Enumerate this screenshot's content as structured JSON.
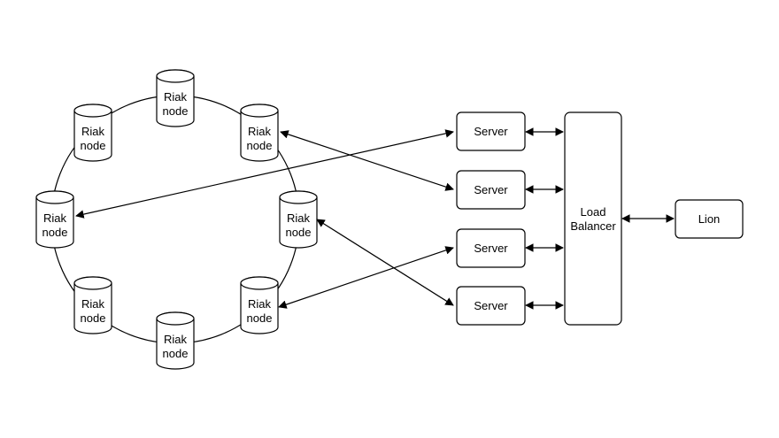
{
  "diagram": {
    "ring_nodes": [
      {
        "line1": "Riak",
        "line2": "node"
      },
      {
        "line1": "Riak",
        "line2": "node"
      },
      {
        "line1": "Riak",
        "line2": "node"
      },
      {
        "line1": "Riak",
        "line2": "node"
      },
      {
        "line1": "Riak",
        "line2": "node"
      },
      {
        "line1": "Riak",
        "line2": "node"
      },
      {
        "line1": "Riak",
        "line2": "node"
      },
      {
        "line1": "Riak",
        "line2": "node"
      }
    ],
    "servers": [
      {
        "label": "Server"
      },
      {
        "label": "Server"
      },
      {
        "label": "Server"
      },
      {
        "label": "Server"
      }
    ],
    "load_balancer": {
      "line1": "Load",
      "line2": "Balancer"
    },
    "client": {
      "label": "Lion"
    },
    "colors": {
      "stroke": "#000000",
      "fill": "#ffffff"
    }
  }
}
